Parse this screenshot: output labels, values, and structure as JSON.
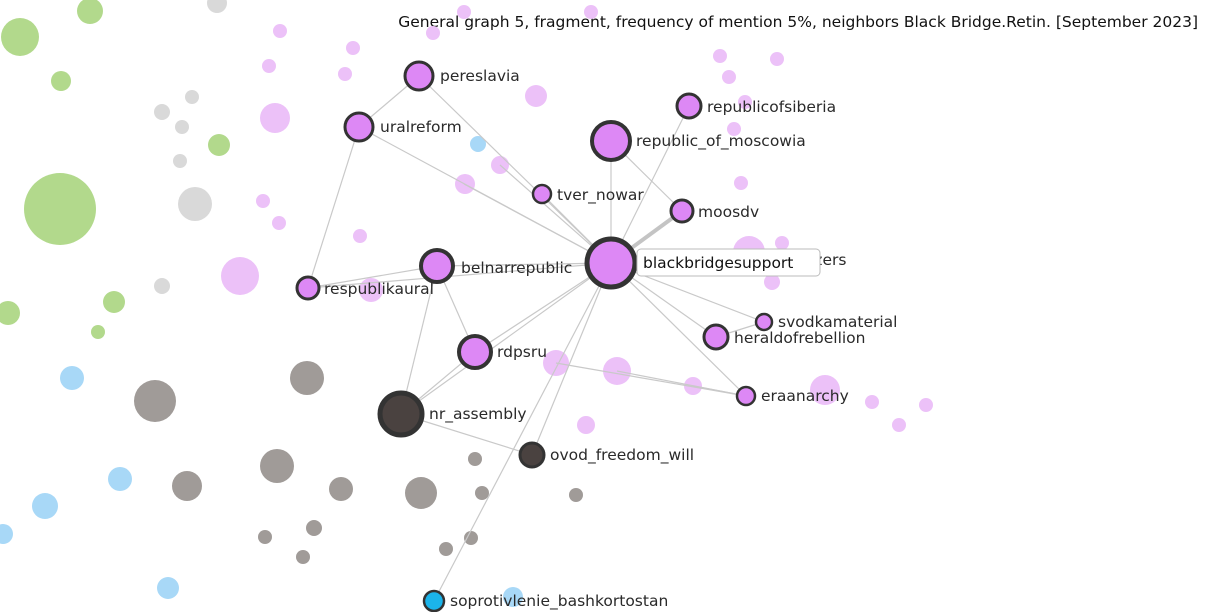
{
  "title": "General graph 5, fragment, frequency of mention 5%, neighbors Black Bridge.Retin. [September 2023]",
  "colors": {
    "purple": "#dd88f5",
    "purple_faint": "#ecc1f8",
    "green": "#b2d98c",
    "grey": "#d9d9d9",
    "blue": "#a8d8f7",
    "dark_grey": "#a09b98",
    "highlight_purple": "#dd88f5",
    "highlight_dark": "#4a4240",
    "highlight_blue": "#1bb4ea",
    "outline": "#333333",
    "edge": "#c9c9c9"
  },
  "center": {
    "id": "blackbridgesupport",
    "label": "blackbridgesupport"
  },
  "nodes": [
    {
      "id": "pereslavia",
      "label": "pereslavia"
    },
    {
      "id": "uralreform",
      "label": "uralreform"
    },
    {
      "id": "republicofsiberia",
      "label": "republicofsiberia"
    },
    {
      "id": "republic_of_moscowia",
      "label": "republic_of_moscowia"
    },
    {
      "id": "tver_nowar",
      "label": "tver_nowar"
    },
    {
      "id": "moosdv",
      "label": "moosdv"
    },
    {
      "id": "belnarrepublic",
      "label": "belnarrepublic"
    },
    {
      "id": "respublikaural",
      "label": "respublikaural"
    },
    {
      "id": "rdpsru",
      "label": "rdpsru"
    },
    {
      "id": "svodkamaterial",
      "label": "svodkamaterial"
    },
    {
      "id": "heraldofrebellion",
      "label": "heraldofrebellion"
    },
    {
      "id": "eraanarchy",
      "label": "eraanarchy"
    },
    {
      "id": "nr_assembly",
      "label": "nr_assembly"
    },
    {
      "id": "ovod_freedom_will",
      "label": "ovod_freedom_will"
    },
    {
      "id": "sopr",
      "label": "soprotivlenie_bashkortostan"
    }
  ],
  "partial_labels": [
    {
      "id": "hidden_izers",
      "label": "izers"
    }
  ]
}
